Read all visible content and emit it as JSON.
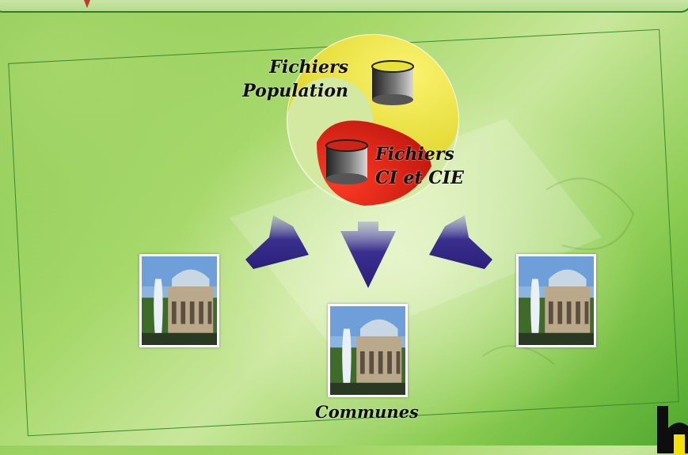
{
  "diagram": {
    "source_top": {
      "label_line1": "Fichiers",
      "label_line2": "Population",
      "icon": "database-icon"
    },
    "source_bottom": {
      "label_line1": "Fichiers",
      "label_line2": "CI et CIE",
      "icon": "database-icon"
    },
    "destination_label": "Communes",
    "destination_icon": "building-photo",
    "colors": {
      "yin_top": "#e8e23a",
      "yin_bottom": "#e02a1c",
      "arrow": "#3b2f8f",
      "frame": "#3c8a2c"
    }
  }
}
